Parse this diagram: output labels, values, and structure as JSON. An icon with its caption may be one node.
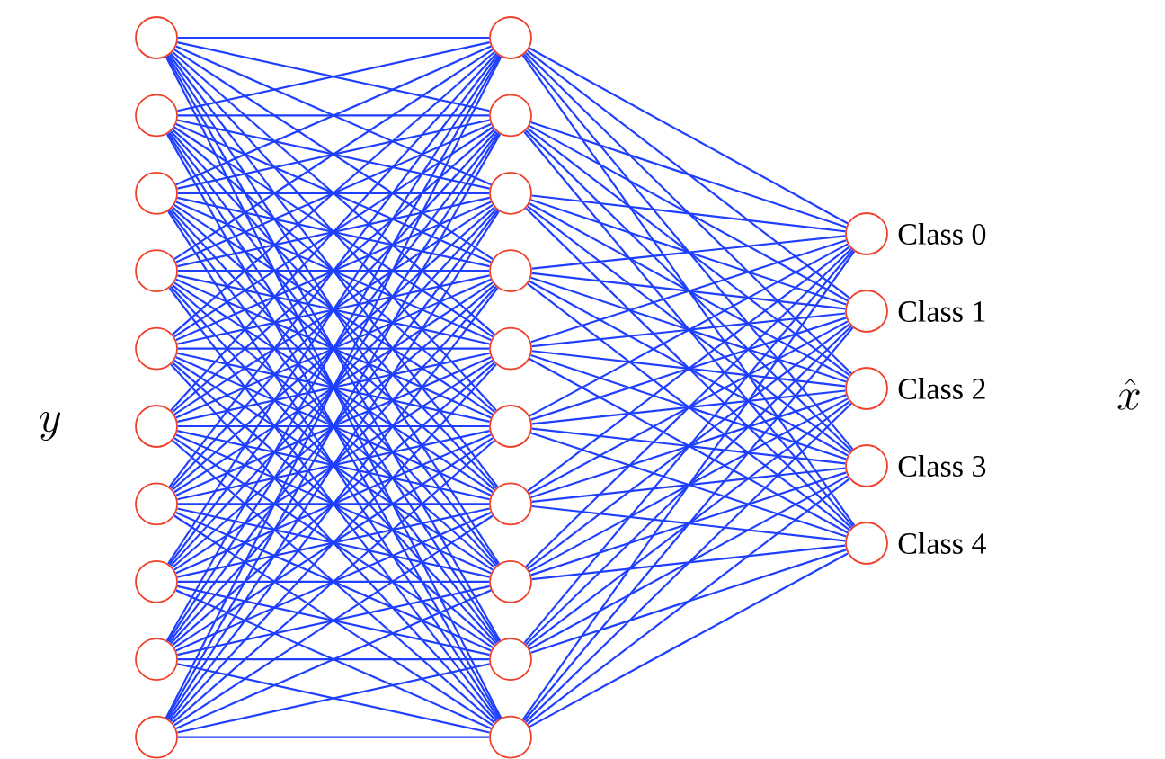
{
  "diagram": {
    "nodes": [
      {
        "text": [],
        "shape": "circle"
      },
      {
        "text": [],
        "shape": "circle"
      },
      {
        "text": [],
        "shape": "circle"
      },
      {
        "text": [],
        "shape": "circle"
      },
      {
        "text": [],
        "shape": "circle"
      },
      {
        "text": [],
        "shape": "circle"
      },
      {
        "text": [],
        "shape": "circle"
      },
      {
        "text": [],
        "shape": "circle"
      },
      {
        "text": [],
        "shape": "circle"
      },
      {
        "text": [],
        "shape": "circle"
      },
      {
        "text": [],
        "shape": "circle"
      },
      {
        "text": [],
        "shape": "circle"
      },
      {
        "text": [],
        "shape": "circle"
      },
      {
        "text": [],
        "shape": "circle"
      },
      {
        "text": [],
        "shape": "circle"
      },
      {
        "text": [],
        "shape": "circle"
      },
      {
        "text": [],
        "shape": "circle"
      },
      {
        "text": [],
        "shape": "circle"
      },
      {
        "text": [],
        "shape": "circle"
      },
      {
        "text": [],
        "shape": "circle"
      },
      {
        "text": [],
        "shape": "circle",
        "beside": [
          "Class 0"
        ]
      },
      {
        "text": [],
        "shape": "circle",
        "beside": [
          "Class 1"
        ]
      },
      {
        "text": [],
        "shape": "circle",
        "beside": [
          "Class 2"
        ]
      },
      {
        "text": [],
        "shape": "circle",
        "beside": [
          "Class 3"
        ]
      },
      {
        "text": [],
        "shape": "circle",
        "beside": [
          "Class 4"
        ]
      }
    ],
    "edges": [
      {
        "from": 0,
        "to": 10,
        "arrow": "none"
      },
      {
        "from": 0,
        "to": 11,
        "arrow": "none"
      },
      {
        "from": 0,
        "to": 12,
        "arrow": "none"
      },
      {
        "from": 0,
        "to": 13,
        "arrow": "none"
      },
      {
        "from": 0,
        "to": 14,
        "arrow": "none"
      },
      {
        "from": 0,
        "to": 15,
        "arrow": "none"
      },
      {
        "from": 0,
        "to": 16,
        "arrow": "none"
      },
      {
        "from": 0,
        "to": 17,
        "arrow": "none"
      },
      {
        "from": 0,
        "to": 18,
        "arrow": "none"
      },
      {
        "from": 0,
        "to": 19,
        "arrow": "none"
      },
      {
        "from": 1,
        "to": 10,
        "arrow": "none"
      },
      {
        "from": 1,
        "to": 11,
        "arrow": "none"
      },
      {
        "from": 1,
        "to": 12,
        "arrow": "none"
      },
      {
        "from": 1,
        "to": 13,
        "arrow": "none"
      },
      {
        "from": 1,
        "to": 14,
        "arrow": "none"
      },
      {
        "from": 1,
        "to": 15,
        "arrow": "none"
      },
      {
        "from": 1,
        "to": 16,
        "arrow": "none"
      },
      {
        "from": 1,
        "to": 17,
        "arrow": "none"
      },
      {
        "from": 1,
        "to": 18,
        "arrow": "none"
      },
      {
        "from": 1,
        "to": 19,
        "arrow": "none"
      },
      {
        "from": 2,
        "to": 10,
        "arrow": "none"
      },
      {
        "from": 2,
        "to": 11,
        "arrow": "none"
      },
      {
        "from": 2,
        "to": 12,
        "arrow": "none"
      },
      {
        "from": 2,
        "to": 13,
        "arrow": "none"
      },
      {
        "from": 2,
        "to": 14,
        "arrow": "none"
      },
      {
        "from": 2,
        "to": 15,
        "arrow": "none"
      },
      {
        "from": 2,
        "to": 16,
        "arrow": "none"
      },
      {
        "from": 2,
        "to": 17,
        "arrow": "none"
      },
      {
        "from": 2,
        "to": 18,
        "arrow": "none"
      },
      {
        "from": 2,
        "to": 19,
        "arrow": "none"
      },
      {
        "from": 3,
        "to": 10,
        "arrow": "none"
      },
      {
        "from": 3,
        "to": 11,
        "arrow": "none"
      },
      {
        "from": 3,
        "to": 12,
        "arrow": "none"
      },
      {
        "from": 3,
        "to": 13,
        "arrow": "none"
      },
      {
        "from": 3,
        "to": 14,
        "arrow": "none"
      },
      {
        "from": 3,
        "to": 15,
        "arrow": "none"
      },
      {
        "from": 3,
        "to": 16,
        "arrow": "none"
      },
      {
        "from": 3,
        "to": 17,
        "arrow": "none"
      },
      {
        "from": 3,
        "to": 18,
        "arrow": "none"
      },
      {
        "from": 3,
        "to": 19,
        "arrow": "none"
      },
      {
        "from": 4,
        "to": 10,
        "arrow": "none"
      },
      {
        "from": 4,
        "to": 11,
        "arrow": "none"
      },
      {
        "from": 4,
        "to": 12,
        "arrow": "none"
      },
      {
        "from": 4,
        "to": 13,
        "arrow": "none"
      },
      {
        "from": 4,
        "to": 14,
        "arrow": "none"
      },
      {
        "from": 4,
        "to": 15,
        "arrow": "none"
      },
      {
        "from": 4,
        "to": 16,
        "arrow": "none"
      },
      {
        "from": 4,
        "to": 17,
        "arrow": "none"
      },
      {
        "from": 4,
        "to": 18,
        "arrow": "none"
      },
      {
        "from": 4,
        "to": 19,
        "arrow": "none"
      },
      {
        "from": 5,
        "to": 10,
        "arrow": "none"
      },
      {
        "from": 5,
        "to": 11,
        "arrow": "none"
      },
      {
        "from": 5,
        "to": 12,
        "arrow": "none"
      },
      {
        "from": 5,
        "to": 13,
        "arrow": "none"
      },
      {
        "from": 5,
        "to": 14,
        "arrow": "none"
      },
      {
        "from": 5,
        "to": 15,
        "arrow": "none"
      },
      {
        "from": 5,
        "to": 16,
        "arrow": "none"
      },
      {
        "from": 5,
        "to": 17,
        "arrow": "none"
      },
      {
        "from": 5,
        "to": 18,
        "arrow": "none"
      },
      {
        "from": 5,
        "to": 19,
        "arrow": "none"
      },
      {
        "from": 6,
        "to": 10,
        "arrow": "none"
      },
      {
        "from": 6,
        "to": 11,
        "arrow": "none"
      },
      {
        "from": 6,
        "to": 12,
        "arrow": "none"
      },
      {
        "from": 6,
        "to": 13,
        "arrow": "none"
      },
      {
        "from": 6,
        "to": 14,
        "arrow": "none"
      },
      {
        "from": 6,
        "to": 15,
        "arrow": "none"
      },
      {
        "from": 6,
        "to": 16,
        "arrow": "none"
      },
      {
        "from": 6,
        "to": 17,
        "arrow": "none"
      },
      {
        "from": 6,
        "to": 18,
        "arrow": "none"
      },
      {
        "from": 6,
        "to": 19,
        "arrow": "none"
      },
      {
        "from": 7,
        "to": 10,
        "arrow": "none"
      },
      {
        "from": 7,
        "to": 11,
        "arrow": "none"
      },
      {
        "from": 7,
        "to": 12,
        "arrow": "none"
      },
      {
        "from": 7,
        "to": 13,
        "arrow": "none"
      },
      {
        "from": 7,
        "to": 14,
        "arrow": "none"
      },
      {
        "from": 7,
        "to": 15,
        "arrow": "none"
      },
      {
        "from": 7,
        "to": 16,
        "arrow": "none"
      },
      {
        "from": 7,
        "to": 17,
        "arrow": "none"
      },
      {
        "from": 7,
        "to": 18,
        "arrow": "none"
      },
      {
        "from": 7,
        "to": 19,
        "arrow": "none"
      },
      {
        "from": 8,
        "to": 10,
        "arrow": "none"
      },
      {
        "from": 8,
        "to": 11,
        "arrow": "none"
      },
      {
        "from": 8,
        "to": 12,
        "arrow": "none"
      },
      {
        "from": 8,
        "to": 13,
        "arrow": "none"
      },
      {
        "from": 8,
        "to": 14,
        "arrow": "none"
      },
      {
        "from": 8,
        "to": 15,
        "arrow": "none"
      },
      {
        "from": 8,
        "to": 16,
        "arrow": "none"
      },
      {
        "from": 8,
        "to": 17,
        "arrow": "none"
      },
      {
        "from": 8,
        "to": 18,
        "arrow": "none"
      },
      {
        "from": 8,
        "to": 19,
        "arrow": "none"
      },
      {
        "from": 9,
        "to": 10,
        "arrow": "none"
      },
      {
        "from": 9,
        "to": 11,
        "arrow": "none"
      },
      {
        "from": 9,
        "to": 12,
        "arrow": "none"
      },
      {
        "from": 9,
        "to": 13,
        "arrow": "none"
      },
      {
        "from": 9,
        "to": 14,
        "arrow": "none"
      },
      {
        "from": 9,
        "to": 15,
        "arrow": "none"
      },
      {
        "from": 9,
        "to": 16,
        "arrow": "none"
      },
      {
        "from": 9,
        "to": 17,
        "arrow": "none"
      },
      {
        "from": 9,
        "to": 18,
        "arrow": "none"
      },
      {
        "from": 9,
        "to": 19,
        "arrow": "none"
      },
      {
        "from": 10,
        "to": 20,
        "arrow": "none"
      },
      {
        "from": 10,
        "to": 21,
        "arrow": "none"
      },
      {
        "from": 10,
        "to": 22,
        "arrow": "none"
      },
      {
        "from": 10,
        "to": 23,
        "arrow": "none"
      },
      {
        "from": 10,
        "to": 24,
        "arrow": "none"
      },
      {
        "from": 11,
        "to": 20,
        "arrow": "none"
      },
      {
        "from": 11,
        "to": 21,
        "arrow": "none"
      },
      {
        "from": 11,
        "to": 22,
        "arrow": "none"
      },
      {
        "from": 11,
        "to": 23,
        "arrow": "none"
      },
      {
        "from": 11,
        "to": 24,
        "arrow": "none"
      },
      {
        "from": 12,
        "to": 20,
        "arrow": "none"
      },
      {
        "from": 12,
        "to": 21,
        "arrow": "none"
      },
      {
        "from": 12,
        "to": 22,
        "arrow": "none"
      },
      {
        "from": 12,
        "to": 23,
        "arrow": "none"
      },
      {
        "from": 12,
        "to": 24,
        "arrow": "none"
      },
      {
        "from": 13,
        "to": 20,
        "arrow": "none"
      },
      {
        "from": 13,
        "to": 21,
        "arrow": "none"
      },
      {
        "from": 13,
        "to": 22,
        "arrow": "none"
      },
      {
        "from": 13,
        "to": 23,
        "arrow": "none"
      },
      {
        "from": 13,
        "to": 24,
        "arrow": "none"
      },
      {
        "from": 14,
        "to": 20,
        "arrow": "none"
      },
      {
        "from": 14,
        "to": 21,
        "arrow": "none"
      },
      {
        "from": 14,
        "to": 22,
        "arrow": "none"
      },
      {
        "from": 14,
        "to": 23,
        "arrow": "none"
      },
      {
        "from": 14,
        "to": 24,
        "arrow": "none"
      },
      {
        "from": 15,
        "to": 20,
        "arrow": "none"
      },
      {
        "from": 15,
        "to": 21,
        "arrow": "none"
      },
      {
        "from": 15,
        "to": 22,
        "arrow": "none"
      },
      {
        "from": 15,
        "to": 23,
        "arrow": "none"
      },
      {
        "from": 15,
        "to": 24,
        "arrow": "none"
      },
      {
        "from": 16,
        "to": 20,
        "arrow": "none"
      },
      {
        "from": 16,
        "to": 21,
        "arrow": "none"
      },
      {
        "from": 16,
        "to": 22,
        "arrow": "none"
      },
      {
        "from": 16,
        "to": 23,
        "arrow": "none"
      },
      {
        "from": 16,
        "to": 24,
        "arrow": "none"
      },
      {
        "from": 17,
        "to": 20,
        "arrow": "none"
      },
      {
        "from": 17,
        "to": 21,
        "arrow": "none"
      },
      {
        "from": 17,
        "to": 22,
        "arrow": "none"
      },
      {
        "from": 17,
        "to": 23,
        "arrow": "none"
      },
      {
        "from": 17,
        "to": 24,
        "arrow": "none"
      },
      {
        "from": 18,
        "to": 20,
        "arrow": "none"
      },
      {
        "from": 18,
        "to": 21,
        "arrow": "none"
      },
      {
        "from": 18,
        "to": 22,
        "arrow": "none"
      },
      {
        "from": 18,
        "to": 23,
        "arrow": "none"
      },
      {
        "from": 18,
        "to": 24,
        "arrow": "none"
      },
      {
        "from": 19,
        "to": 20,
        "arrow": "none"
      },
      {
        "from": 19,
        "to": 21,
        "arrow": "none"
      },
      {
        "from": 19,
        "to": 22,
        "arrow": "none"
      },
      {
        "from": 19,
        "to": 23,
        "arrow": "none"
      },
      {
        "from": 19,
        "to": 24,
        "arrow": "none"
      }
    ],
    "labels": [
      "y",
      "\\hat{x}"
    ]
  }
}
